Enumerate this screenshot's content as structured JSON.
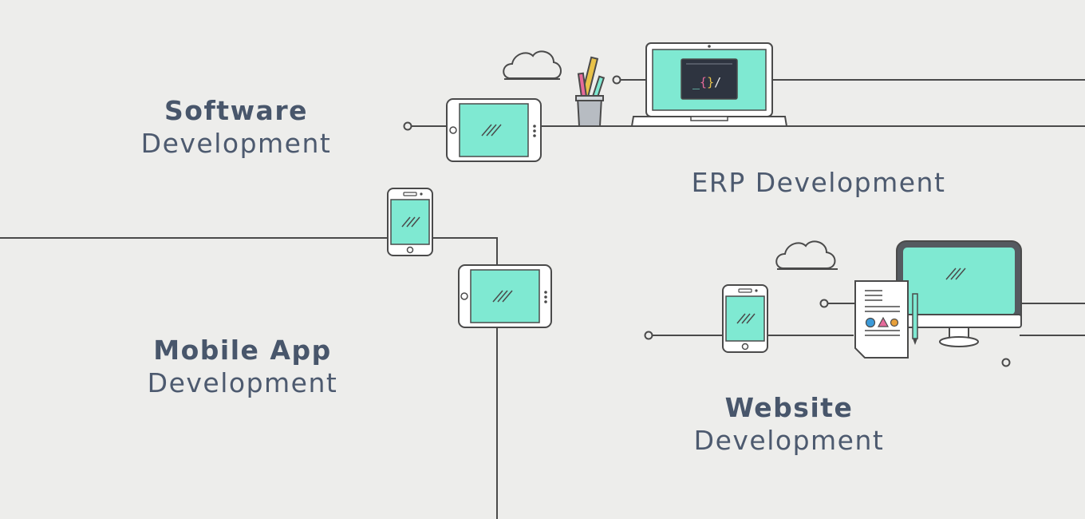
{
  "labels": {
    "software": {
      "strong": "Software",
      "light": "Development"
    },
    "erp": {
      "strong": "ERP",
      "light": " Development"
    },
    "mobile": {
      "strong": "Mobile App",
      "light": "Development"
    },
    "website": {
      "strong": "Website",
      "light": "Development"
    }
  },
  "icons": {
    "laptop_code": "_{}/",
    "screen_glare": "//"
  },
  "colors": {
    "screen": "#7fe9d2",
    "stroke": "#4a4a4a",
    "text": "#48566b",
    "background": "#ededeb",
    "code_bg": "#2e3440",
    "code_pink": "#e66a9a",
    "code_yellow": "#e8c24a",
    "code_white": "#e8e8e8"
  }
}
